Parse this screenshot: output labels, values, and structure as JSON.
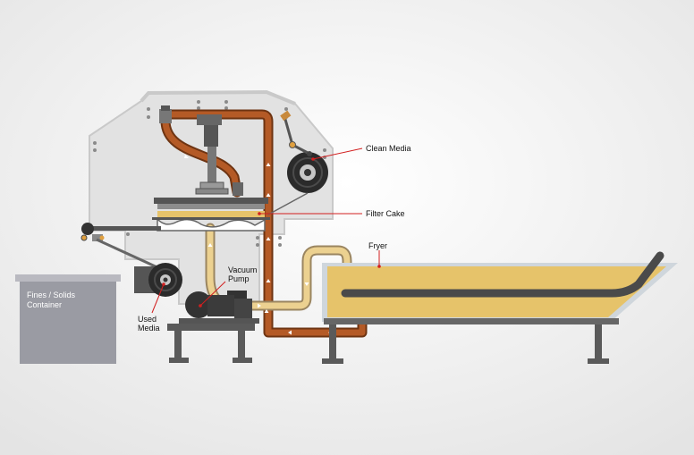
{
  "labels": {
    "clean_media": "Clean Media",
    "filter_cake": "Filter Cake",
    "fryer": "Fryer",
    "vacuum_pump_line1": "Vacuum",
    "vacuum_pump_line2": "Pump",
    "fines_container_line1": "Fines / Solids",
    "fines_container_line2": "Container",
    "used_media_line1": "Used",
    "used_media_line2": "Media"
  },
  "colors": {
    "background_start": "#ffffff",
    "background_end": "#e4e4e4",
    "housing": "#e2e2e2",
    "housing_edge": "#c4c4c4",
    "machine_dark": "#4a4a4a",
    "machine_mid": "#777777",
    "dirty_oil_pipe": "#b45a26",
    "clean_oil_pipe": "#ecd190",
    "oil": "#e6c36a",
    "leader_line": "#d21f1f",
    "container": "#9a9ba3"
  },
  "icons": [
    "arrow-up-icon",
    "arrow-left-icon",
    "arrow-right-icon",
    "arrow-down-icon"
  ]
}
